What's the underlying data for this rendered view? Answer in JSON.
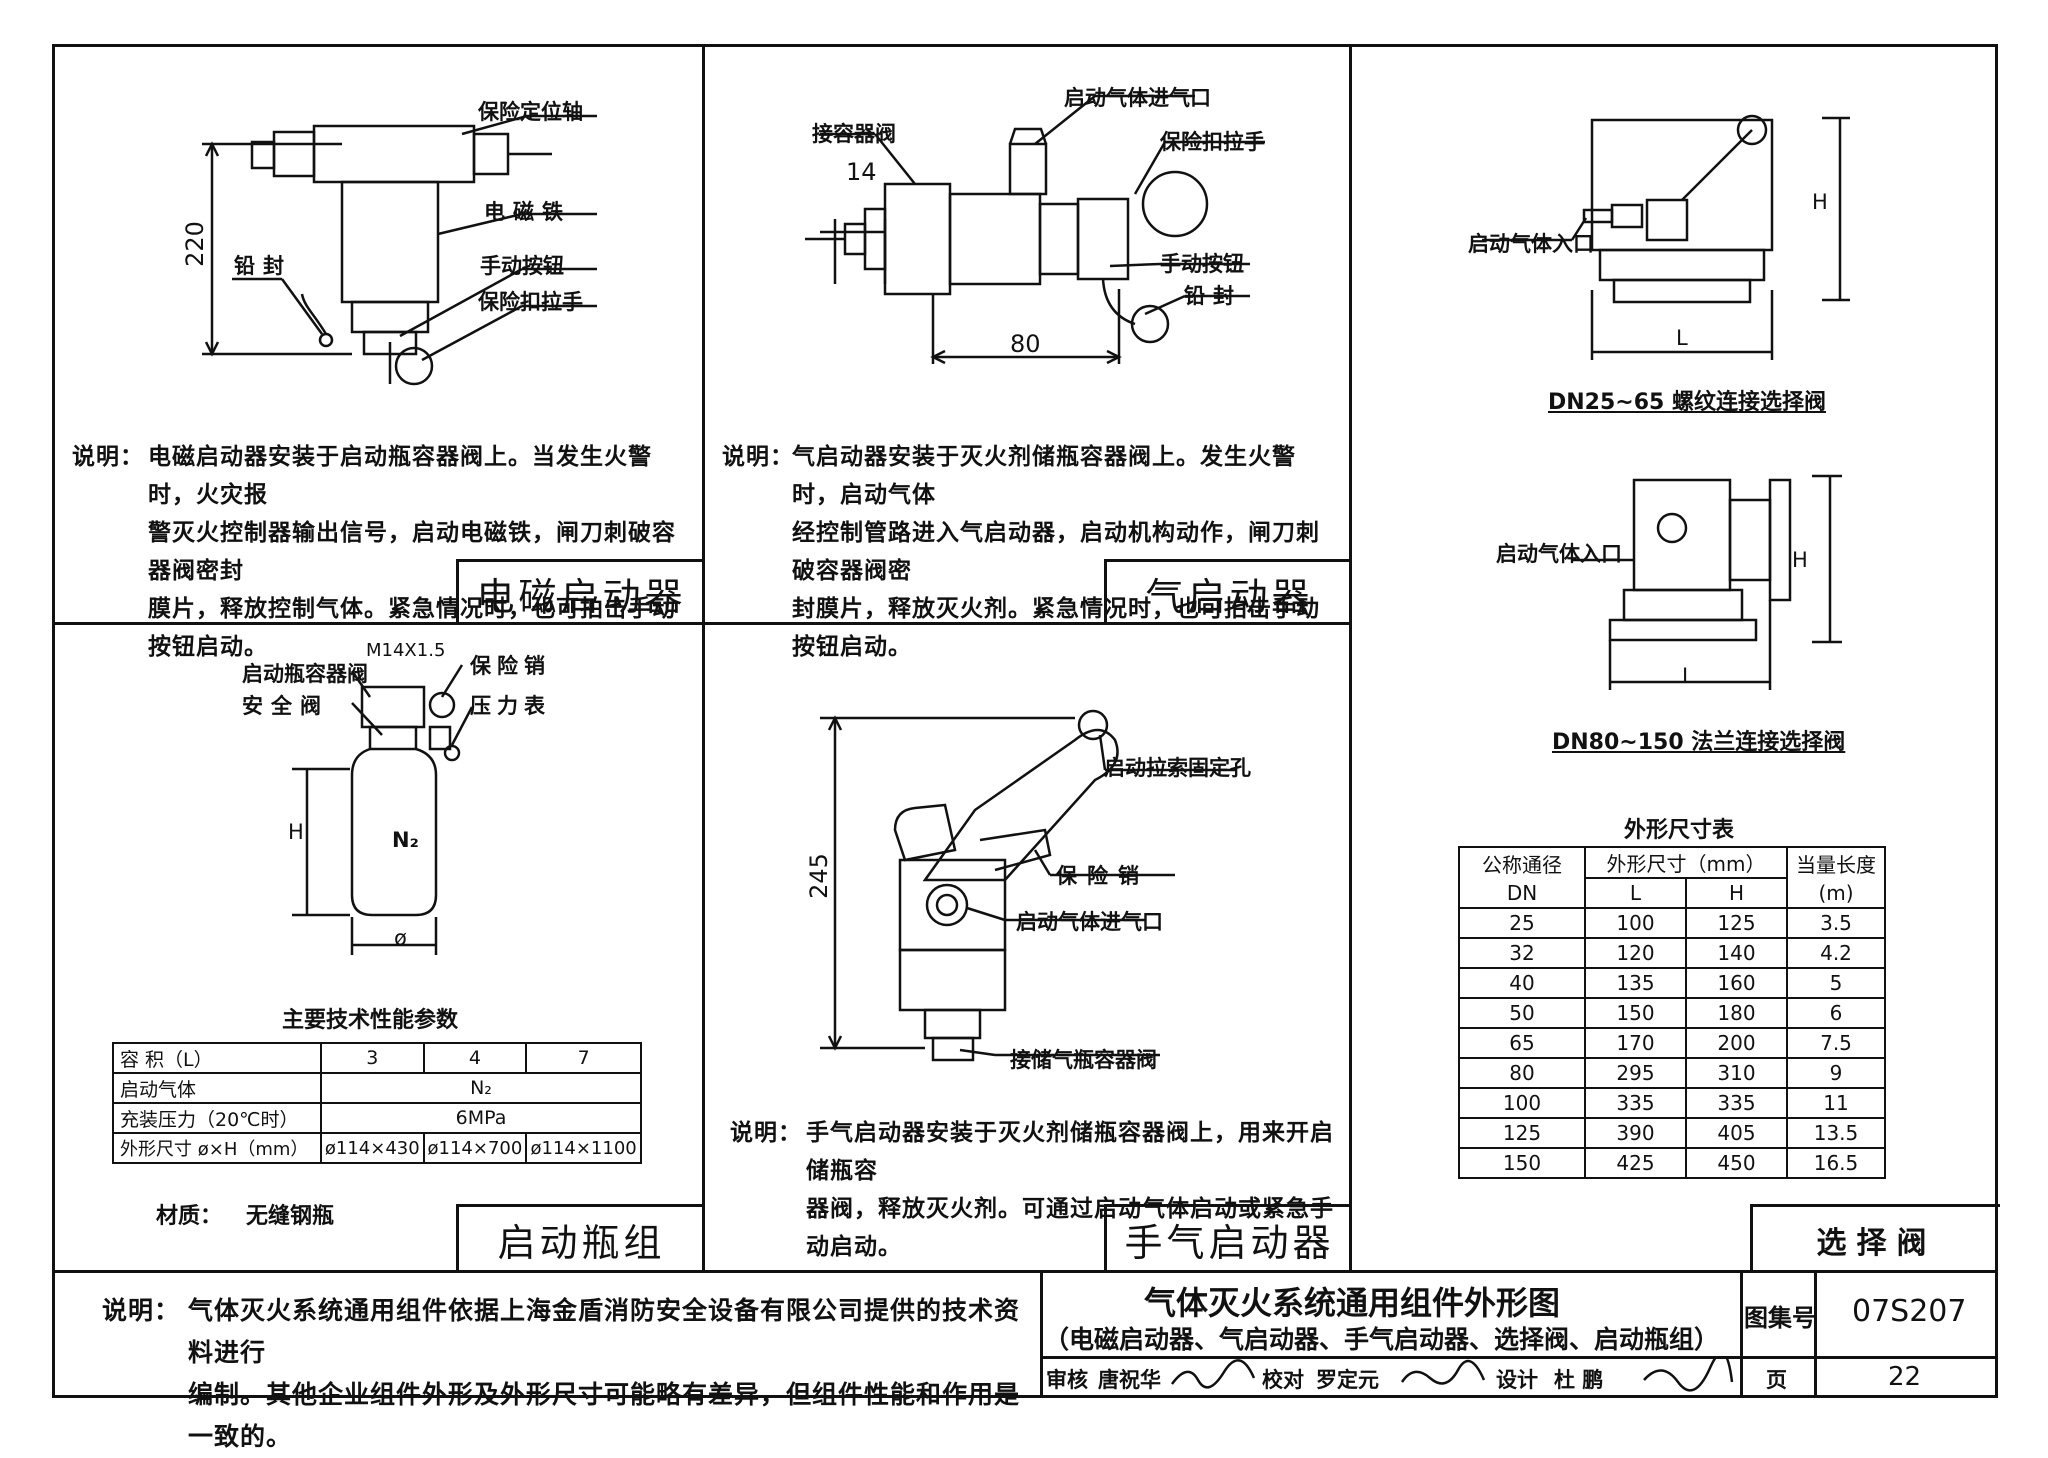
{
  "panels": {
    "electromagnetic": {
      "title": "电磁启动器",
      "labels": [
        "保险定位轴",
        "电磁铁",
        "铅封",
        "手动按钮",
        "保险扣拉手"
      ],
      "dimension": "220",
      "note_prefix": "说明：",
      "note_lines": [
        "电磁启动器安装于启动瓶容器阀上。当发生火警时，火灾报",
        "警灭火控制器输出信号，启动电磁铁，闸刀刺破容器阀密封",
        "膜片，释放控制气体。紧急情况时，也可拍击手动按钮启动。"
      ]
    },
    "pneumatic": {
      "title": "气启动器",
      "labels": [
        "启动气体进气口",
        "接容器阀",
        "保险扣拉手",
        "手动按钮",
        "铅封"
      ],
      "dim_top": "14",
      "dim_bottom": "80",
      "note_prefix": "说明：",
      "note_lines": [
        "气启动器安装于灭火剂储瓶容器阀上。发生火警时，启动气体",
        "经控制管路进入气启动器，启动机构动作，闸刀刺破容器阀密",
        "封膜片，释放灭火剂。紧急情况时，也可拍击手动按钮启动。"
      ]
    },
    "selector_valve": {
      "title": "选择阀",
      "top_caption": "DN25~65 螺纹连接选择阀",
      "bottom_caption": "DN80~150 法兰连接选择阀",
      "inlet_label": "启动气体入口",
      "dim_h": "H",
      "dim_l": "L",
      "table_title": "外形尺寸表",
      "table_headers": {
        "dn1": "公称通径",
        "dn2": "DN",
        "size": "外形尺寸（mm）",
        "l": "L",
        "h": "H",
        "eq1": "当量长度",
        "eq2": "(m)"
      },
      "table_rows": [
        [
          "25",
          "100",
          "125",
          "3.5"
        ],
        [
          "32",
          "120",
          "140",
          "4.2"
        ],
        [
          "40",
          "135",
          "160",
          "5"
        ],
        [
          "50",
          "150",
          "180",
          "6"
        ],
        [
          "65",
          "170",
          "200",
          "7.5"
        ],
        [
          "80",
          "295",
          "310",
          "9"
        ],
        [
          "100",
          "335",
          "335",
          "11"
        ],
        [
          "125",
          "390",
          "405",
          "13.5"
        ],
        [
          "150",
          "425",
          "450",
          "16.5"
        ]
      ]
    },
    "cylinder_group": {
      "title": "启动瓶组",
      "labels": [
        "启动瓶容器阀",
        "安全阀",
        "保险销",
        "压力表"
      ],
      "thread": "M14X1.5",
      "gas_symbol": "N₂",
      "dim_h": "H",
      "dim_d": "ø",
      "table_title": "主要技术性能参数",
      "table": {
        "r1": [
          "容 积（L）",
          "3",
          "4",
          "7"
        ],
        "r2": [
          "启动气体",
          "N₂"
        ],
        "r3": [
          "充装压力（20℃时）",
          "6MPa"
        ],
        "r4": [
          "外形尺寸 ø×H（mm）",
          "ø114×430",
          "ø114×700",
          "ø114×1100"
        ]
      },
      "material_label": "材质：",
      "material_value": "无缝钢瓶"
    },
    "manual": {
      "title": "手气启动器",
      "labels": [
        "启动拉索固定孔",
        "保险销",
        "启动气体进气口",
        "接储气瓶容器阀"
      ],
      "dimension": "245",
      "note_prefix": "说明：",
      "note_lines": [
        "手气启动器安装于灭火剂储瓶容器阀上，用来开启储瓶容",
        "器阀，释放灭火剂。可通过启动气体启动或紧急手动启动。"
      ]
    }
  },
  "footer": {
    "note_prefix": "说明：",
    "note_lines": [
      "气体灭火系统通用组件依据上海金盾消防安全设备有限公司提供的技术资料进行",
      "编制。其他企业组件外形及外形尺寸可能略有差异，但组件性能和作用是一致的。"
    ],
    "title": "气体灭火系统通用组件外形图",
    "subtitle": "（电磁启动器、气启动器、手气启动器、选择阀、启动瓶组）",
    "atlas_label": "图集号",
    "atlas_value": "07S207",
    "review_label": "审核",
    "review_name": "唐祝华",
    "check_label": "校对",
    "check_name": "罗定元",
    "design_label": "设计",
    "design_name": "杜 鹏",
    "page_label": "页",
    "page_value": "22"
  }
}
